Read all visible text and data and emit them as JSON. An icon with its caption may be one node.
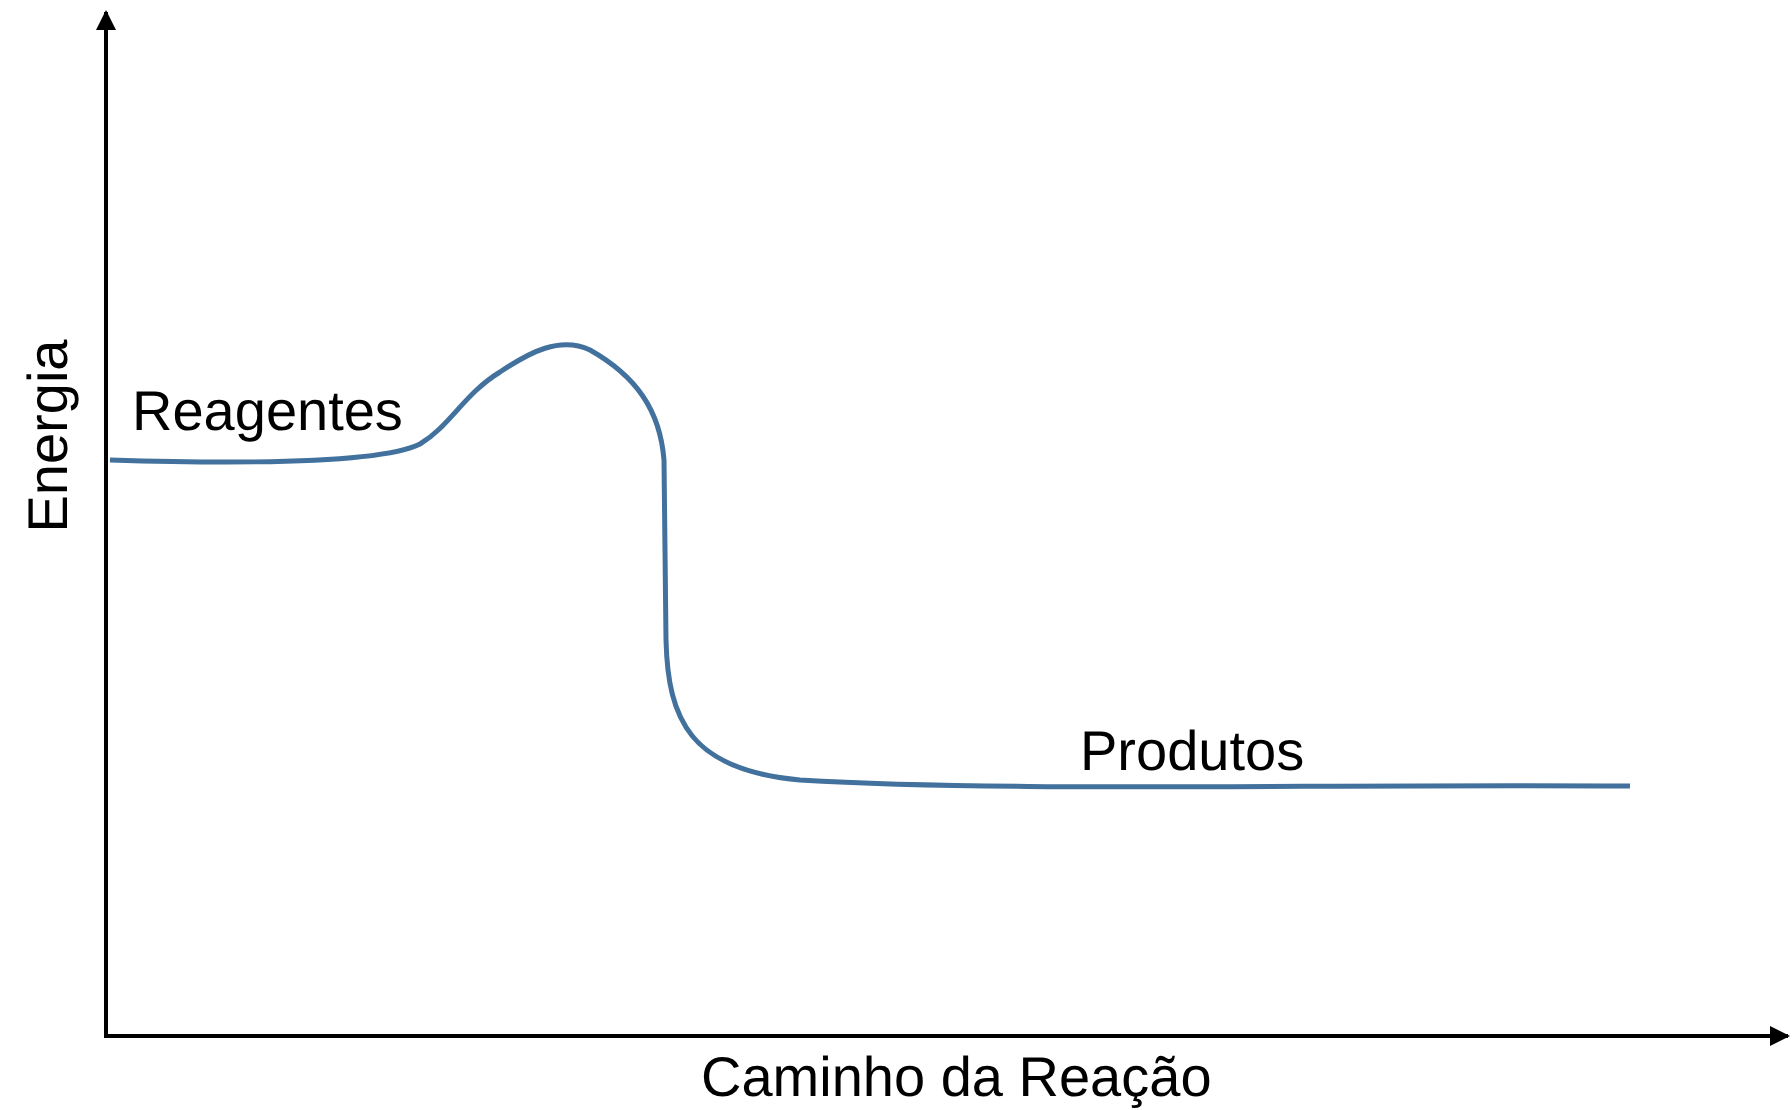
{
  "diagram": {
    "labels": [
      "Reagentes",
      "Energia",
      "Produtos",
      "Caminho da Reação"
    ]
  }
}
